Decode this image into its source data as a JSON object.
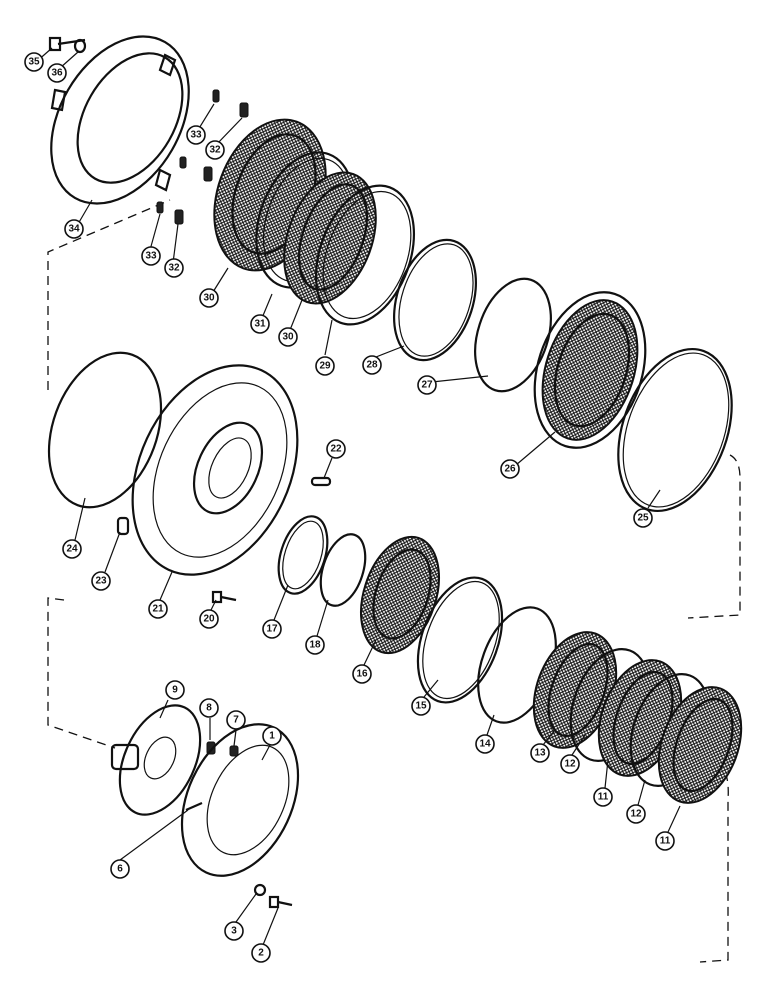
{
  "callouts": [
    {
      "id": "c35",
      "label": "35"
    },
    {
      "id": "c36",
      "label": "36"
    },
    {
      "id": "c34",
      "label": "34"
    },
    {
      "id": "c33a",
      "label": "33"
    },
    {
      "id": "c32a",
      "label": "32"
    },
    {
      "id": "c33b",
      "label": "33"
    },
    {
      "id": "c32b",
      "label": "32"
    },
    {
      "id": "c30a",
      "label": "30"
    },
    {
      "id": "c31",
      "label": "31"
    },
    {
      "id": "c30b",
      "label": "30"
    },
    {
      "id": "c29",
      "label": "29"
    },
    {
      "id": "c28",
      "label": "28"
    },
    {
      "id": "c27",
      "label": "27"
    },
    {
      "id": "c26",
      "label": "26"
    },
    {
      "id": "c25",
      "label": "25"
    },
    {
      "id": "c24",
      "label": "24"
    },
    {
      "id": "c23",
      "label": "23"
    },
    {
      "id": "c22",
      "label": "22"
    },
    {
      "id": "c21",
      "label": "21"
    },
    {
      "id": "c20",
      "label": "20"
    },
    {
      "id": "c17",
      "label": "17"
    },
    {
      "id": "c18",
      "label": "18"
    },
    {
      "id": "c16",
      "label": "16"
    },
    {
      "id": "c15",
      "label": "15"
    },
    {
      "id": "c14",
      "label": "14"
    },
    {
      "id": "c13",
      "label": "13"
    },
    {
      "id": "c12a",
      "label": "12"
    },
    {
      "id": "c11a",
      "label": "11"
    },
    {
      "id": "c12b",
      "label": "12"
    },
    {
      "id": "c11b",
      "label": "11"
    },
    {
      "id": "c9",
      "label": "9"
    },
    {
      "id": "c8",
      "label": "8"
    },
    {
      "id": "c7",
      "label": "7"
    },
    {
      "id": "c1",
      "label": "1"
    },
    {
      "id": "c6",
      "label": "6"
    },
    {
      "id": "c3",
      "label": "3"
    },
    {
      "id": "c2",
      "label": "2"
    }
  ]
}
